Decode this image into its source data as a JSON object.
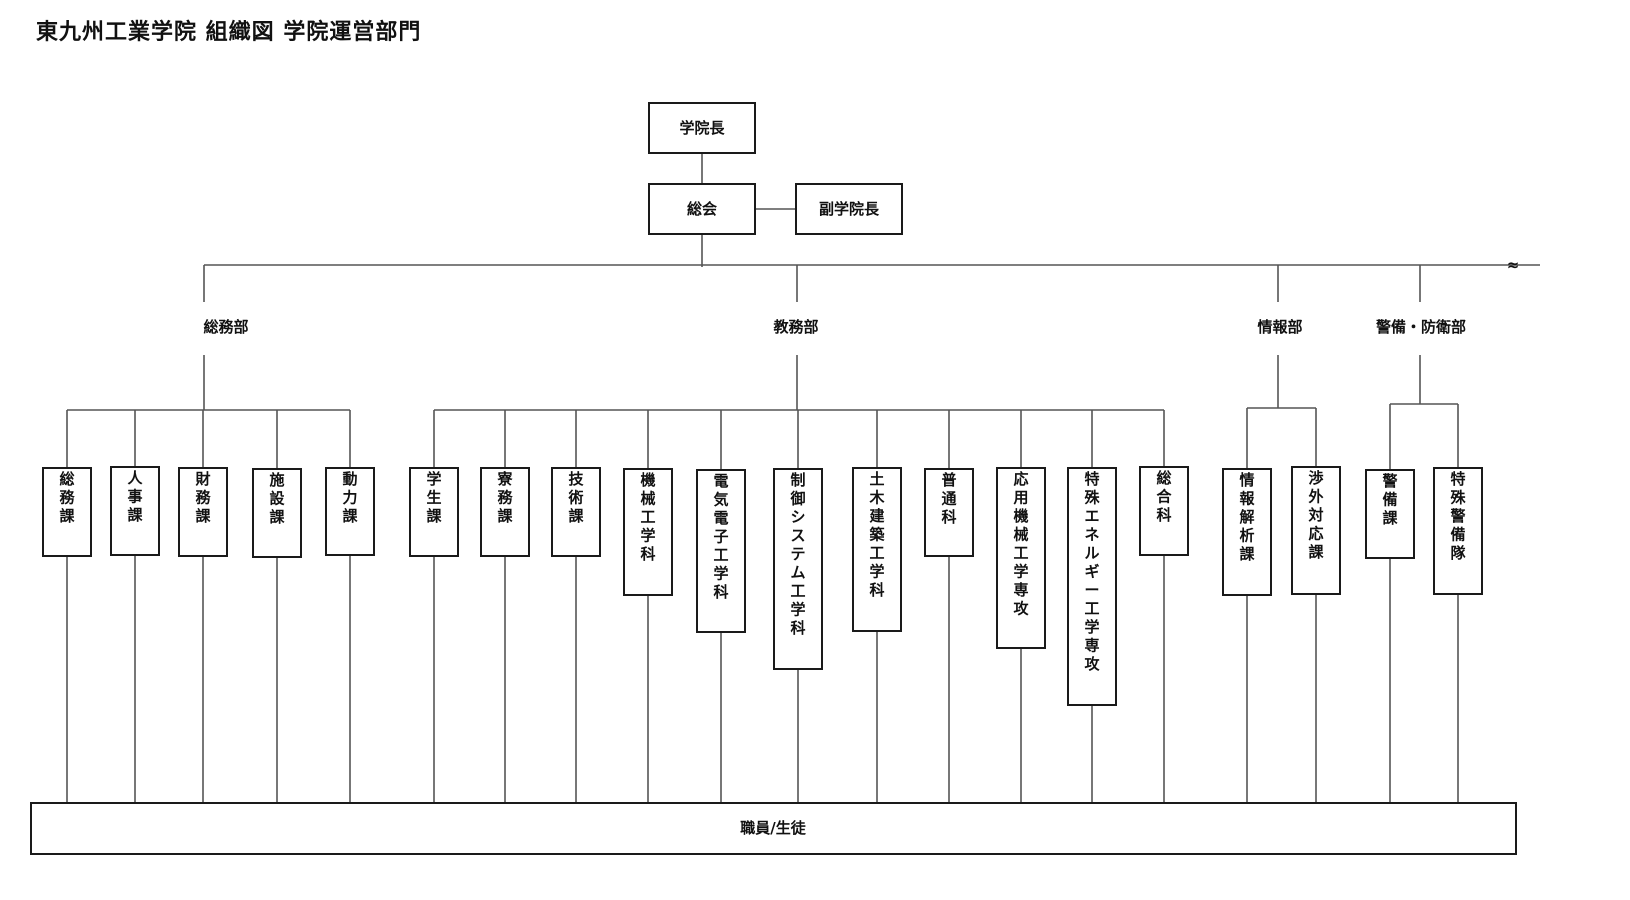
{
  "title": "東九州工業学院 組織図 学院運営部門",
  "top": {
    "head": "学院長",
    "council": "総会",
    "vice": "副学院長"
  },
  "departments": [
    {
      "id": "somu",
      "name": "総務部",
      "units": [
        {
          "name": "総務課"
        },
        {
          "name": "人事課"
        },
        {
          "name": "財務課"
        },
        {
          "name": "施設課"
        },
        {
          "name": "動力課"
        }
      ]
    },
    {
      "id": "kyomu",
      "name": "教務部",
      "units": [
        {
          "name": "学生課"
        },
        {
          "name": "寮務課"
        },
        {
          "name": "技術課"
        },
        {
          "name": "機械工学科"
        },
        {
          "name": "電気電子工学科"
        },
        {
          "name": "制御システム工学科"
        },
        {
          "name": "土木建築工学科"
        },
        {
          "name": "普通科"
        },
        {
          "name": "応用機械工学専攻"
        },
        {
          "name": "特殊エネルギー工学専攻"
        },
        {
          "name": "総合科"
        }
      ]
    },
    {
      "id": "joho",
      "name": "情報部",
      "units": [
        {
          "name": "情報解析課"
        },
        {
          "name": "渉外対応課"
        }
      ]
    },
    {
      "id": "keibi",
      "name": "警備・防衛部",
      "units": [
        {
          "name": "警備課"
        },
        {
          "name": "特殊警備隊"
        }
      ]
    }
  ],
  "base": "職員/生徒",
  "continuation_mark": "≈"
}
